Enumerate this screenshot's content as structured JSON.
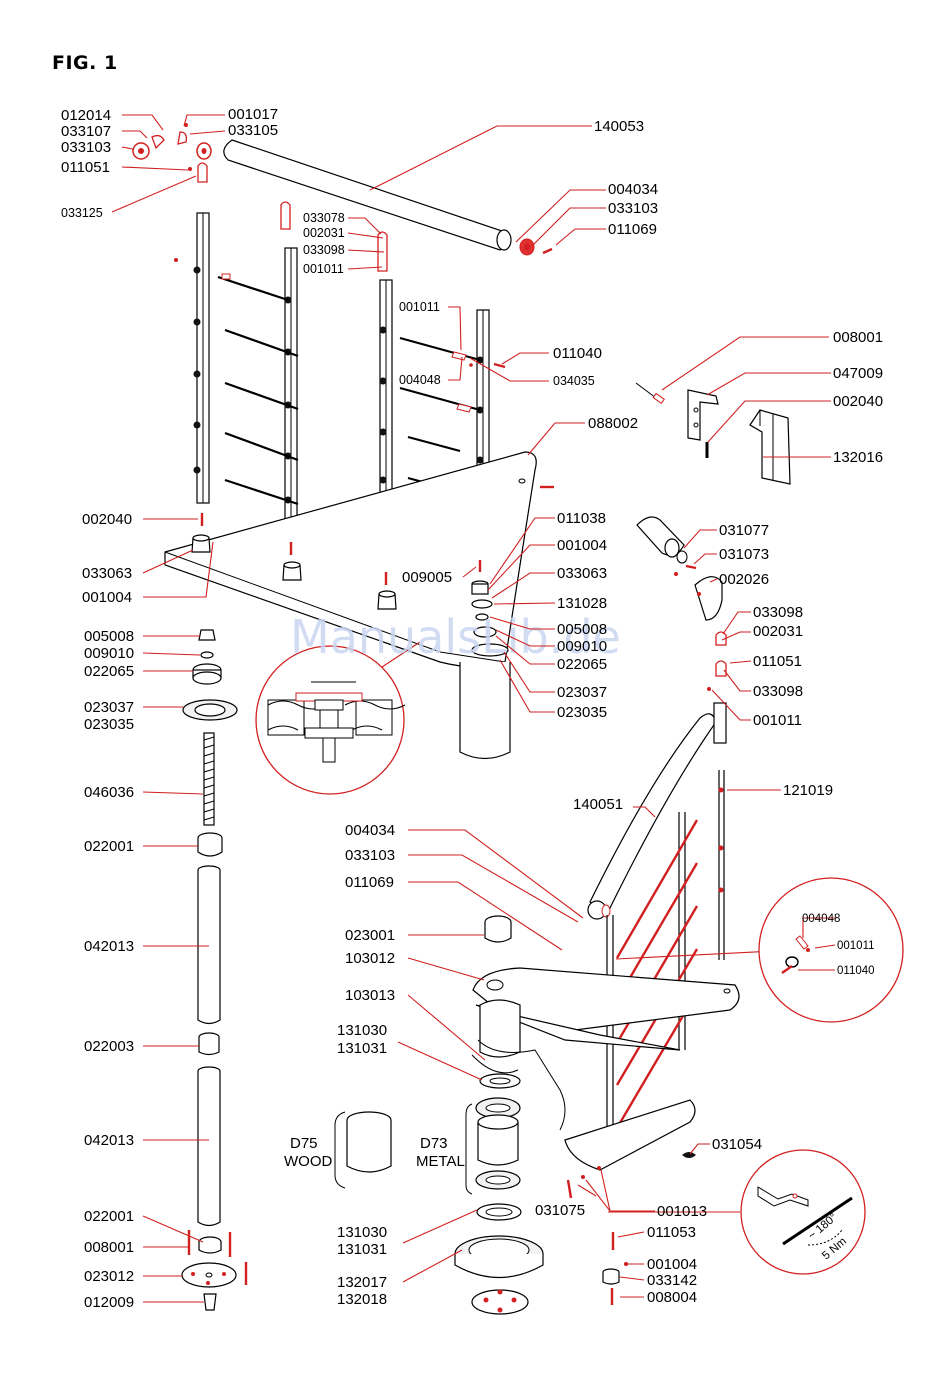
{
  "figure_title": "FIG. 1",
  "watermark": "ManualsLib.de",
  "colors": {
    "leader": "#d21f1f",
    "part_outline": "#000000",
    "watermark": "#c9d6f2"
  },
  "labels": {
    "l012014": "012014",
    "l033107": "033107",
    "l033103a": "033103",
    "l011051a": "011051",
    "l033125": "033125",
    "l001017": "001017",
    "l033105": "033105",
    "l140053": "140053",
    "l004034a": "004034",
    "l033103b": "033103",
    "l011069a": "011069",
    "l033078": "033078",
    "l002031a": "002031",
    "l033098a": "033098",
    "l001011a": "001011",
    "l001011b": "001011",
    "l004048a": "004048",
    "l011040a": "011040",
    "l034035": "034035",
    "l008001a": "008001",
    "l047009": "047009",
    "l002040a": "002040",
    "l132016": "132016",
    "l088002": "088002",
    "l002040b": "002040",
    "l033063a": "033063",
    "l001004a": "001004",
    "l011038": "011038",
    "l001004b": "001004",
    "l009005": "009005",
    "l033063b": "033063",
    "l131028": "131028",
    "l005008b": "005008",
    "l009010b": "009010",
    "l022065b": "022065",
    "l023037b": "023037",
    "l023035b": "023035",
    "l031077": "031077",
    "l031073": "031073",
    "l002026": "002026",
    "l033098b": "033098",
    "l002031b": "002031",
    "l011051b": "011051",
    "l033098c": "033098",
    "l001011c": "001011",
    "l005008a": "005008",
    "l009010a": "009010",
    "l022065a": "022065",
    "l023037a": "023037",
    "l023035a": "023035",
    "l046036": "046036",
    "l022001a": "022001",
    "l042013a": "042013",
    "l022003": "022003",
    "l042013b": "042013",
    "l022001b": "022001",
    "l008001b": "008001",
    "l023012": "023012",
    "l012009": "012009",
    "l121019": "121019",
    "l140051": "140051",
    "l004034b": "004034",
    "l033103c": "033103",
    "l011069b": "011069",
    "l023001": "023001",
    "l103012": "103012",
    "l103013": "103013",
    "l131030a": "131030",
    "l131031a": "131031",
    "l004048b": "004048",
    "l001011d": "001011",
    "l011040b": "011040",
    "l031054": "031054",
    "l001013": "001013",
    "l031075": "031075",
    "l011053": "011053",
    "l001004c": "001004",
    "l033142": "033142",
    "l008004": "008004",
    "l131030b": "131030",
    "l131031b": "131031",
    "l132017": "132017",
    "l132018": "132018",
    "l_d75": "D75",
    "l_wood": "WOOD",
    "l_d73": "D73",
    "l_metal": "METAL",
    "l_180": "~ 180°",
    "l_5nm": "5 Nm"
  }
}
